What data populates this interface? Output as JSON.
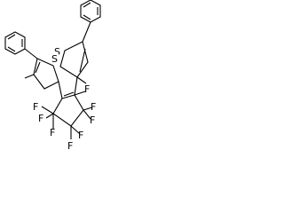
{
  "molecule": {
    "atom_labels": {
      "s_top": "S",
      "s_left": "S",
      "f1": "F",
      "f2": "F",
      "f3": "F",
      "f4": "F",
      "f5": "F",
      "f6": "F",
      "f7": "F",
      "f8": "F"
    },
    "colors": {
      "bond": "#000000",
      "label": "#000000",
      "background": "#ffffff"
    }
  }
}
